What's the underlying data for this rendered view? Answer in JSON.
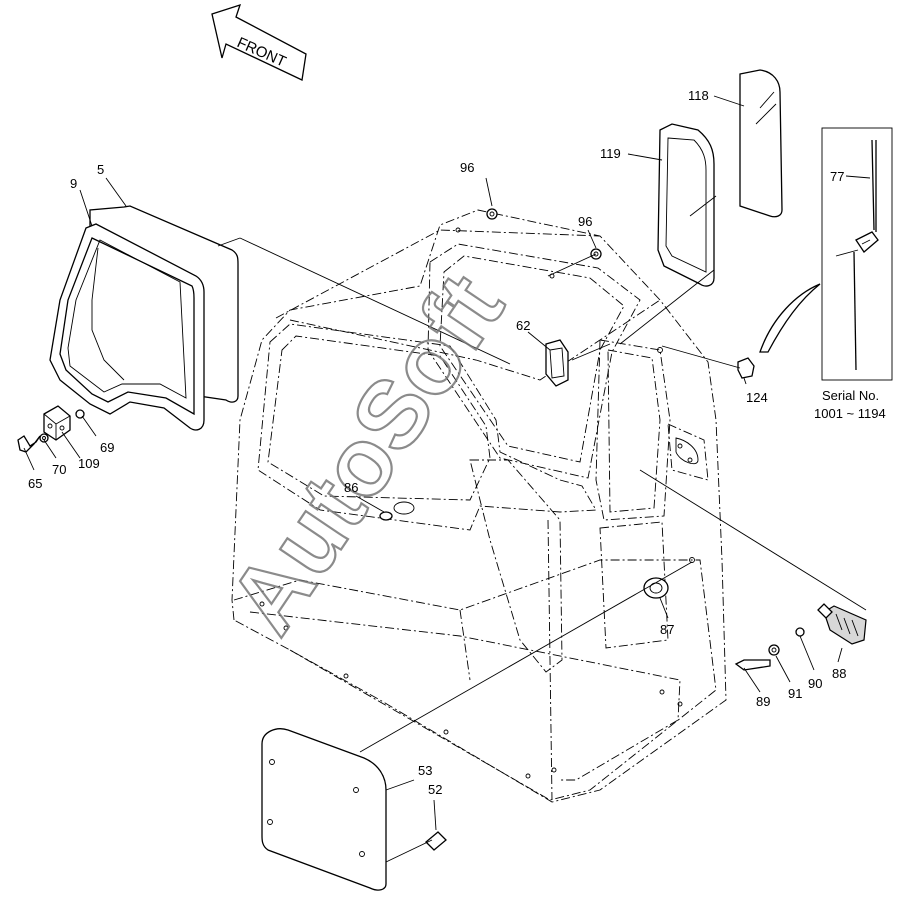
{
  "diagram": {
    "orientation_label": "FRONT",
    "watermark": "AutoSoft",
    "serial_note": {
      "line1": "Serial No.",
      "line2": "1001 ~ 1194"
    },
    "callouts": [
      {
        "id": "c-118",
        "label": "118"
      },
      {
        "id": "c-119",
        "label": "119"
      },
      {
        "id": "c-77",
        "label": "77"
      },
      {
        "id": "c-96a",
        "label": "96"
      },
      {
        "id": "c-96b",
        "label": "96"
      },
      {
        "id": "c-5",
        "label": "5"
      },
      {
        "id": "c-9",
        "label": "9"
      },
      {
        "id": "c-62",
        "label": "62"
      },
      {
        "id": "c-124",
        "label": "124"
      },
      {
        "id": "c-69",
        "label": "69"
      },
      {
        "id": "c-109",
        "label": "109"
      },
      {
        "id": "c-70",
        "label": "70"
      },
      {
        "id": "c-65",
        "label": "65"
      },
      {
        "id": "c-86",
        "label": "86"
      },
      {
        "id": "c-87",
        "label": "87"
      },
      {
        "id": "c-88",
        "label": "88"
      },
      {
        "id": "c-90",
        "label": "90"
      },
      {
        "id": "c-91",
        "label": "91"
      },
      {
        "id": "c-89",
        "label": "89"
      },
      {
        "id": "c-53",
        "label": "53"
      },
      {
        "id": "c-52",
        "label": "52"
      }
    ]
  }
}
